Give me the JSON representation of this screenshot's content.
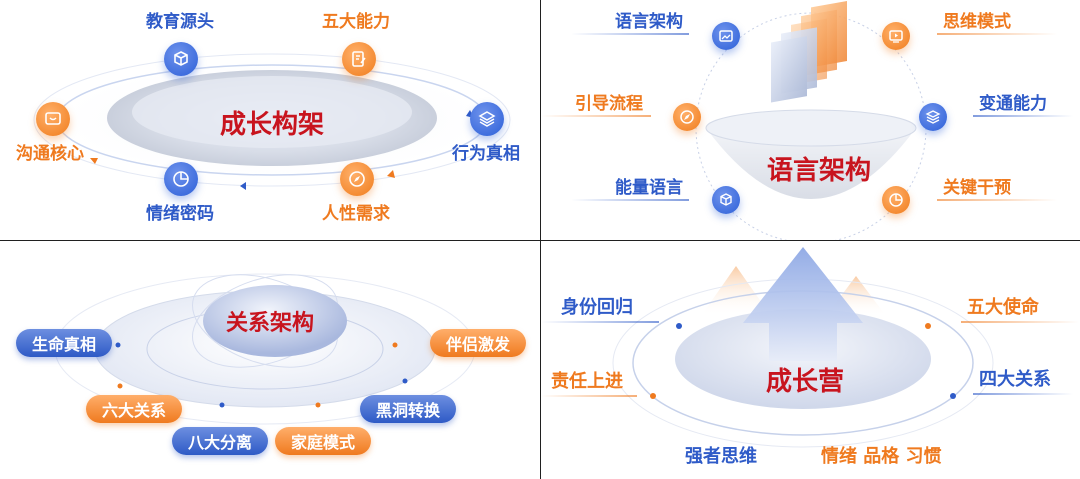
{
  "panel1": {
    "title": "成长构架",
    "nodes": {
      "jiaoyu": {
        "label": "教育源头",
        "icon": "cube-icon"
      },
      "wuda": {
        "label": "五大能力",
        "icon": "document-edit-icon"
      },
      "xingwei": {
        "label": "行为真相",
        "icon": "layers-icon"
      },
      "renxing": {
        "label": "人性需求",
        "icon": "compass-icon"
      },
      "qingxu": {
        "label": "情绪密码",
        "icon": "pie-chart-icon"
      },
      "goutong": {
        "label": "沟通核心",
        "icon": "chat-box-icon"
      }
    }
  },
  "panel2": {
    "title": "语言架构",
    "nodes": {
      "yuyan": {
        "label": "语言架构",
        "icon": "image-frame-icon"
      },
      "siwei": {
        "label": "思维模式",
        "icon": "monitor-play-icon"
      },
      "yindao": {
        "label": "引导流程",
        "icon": "compass-icon"
      },
      "biantong": {
        "label": "变通能力",
        "icon": "layers-icon"
      },
      "nengliang": {
        "label": "能量语言",
        "icon": "cube-icon"
      },
      "guanjian": {
        "label": "关键干预",
        "icon": "pie-chart-icon"
      }
    }
  },
  "panel3": {
    "title": "关系架构",
    "pills": {
      "shengming": "生命真相",
      "banlv": "伴侣激发",
      "liuda": "六大关系",
      "heidong": "黑洞转换",
      "bada": "八大分离",
      "jiating": "家庭模式"
    }
  },
  "panel4": {
    "title": "成长营",
    "labels": {
      "shenfen": "身份回归",
      "wudashiming": "五大使命",
      "zeren": "责任上进",
      "sida": "四大关系",
      "qiangzhe": "强者思维",
      "qingxu": "情绪 品格 习惯"
    }
  },
  "colors": {
    "blue": "#2f5bc8",
    "orange": "#ef7a1f",
    "title_red": "#c8141e"
  }
}
